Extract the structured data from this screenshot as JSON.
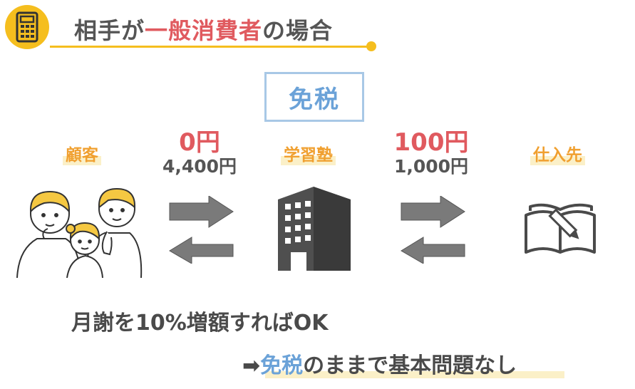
{
  "header": {
    "title_prefix": "相手が",
    "title_accent": "一般消費者",
    "title_suffix": "の場合",
    "icon": "calculator-icon"
  },
  "tax_status": "免税",
  "parties": {
    "customer": "顧客",
    "juku": "学習塾",
    "supplier": "仕入先"
  },
  "flows": {
    "customer_juku": {
      "tax": "0円",
      "price": "4,400円"
    },
    "juku_supplier": {
      "tax": "100円",
      "price": "1,000円"
    }
  },
  "conclusion": "月謝を10%増額すればOK",
  "result": {
    "arrow": "➡",
    "accent": "免税",
    "rest": "のままで基本問題なし"
  },
  "colors": {
    "accent_red": "#e05a5f",
    "accent_blue": "#6ba2d8",
    "accent_orange": "#f0a030",
    "accent_yellow": "#f5be1e",
    "arrow_gray": "#7a7a7a"
  },
  "icons": [
    "calculator-icon",
    "family-illustration",
    "building-icon",
    "book-pencil-icon",
    "exchange-arrows-icon"
  ]
}
